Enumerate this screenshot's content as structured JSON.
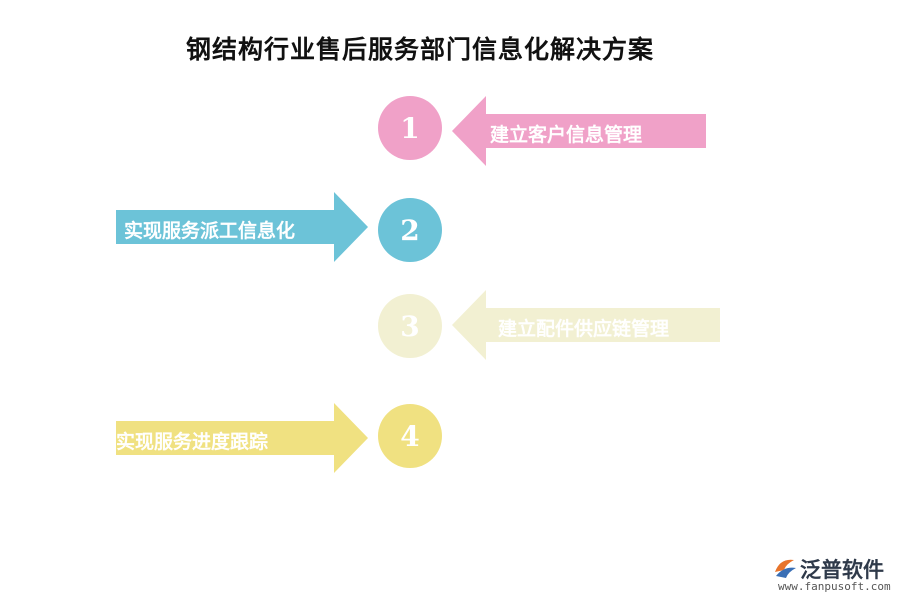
{
  "title": "钢结构行业售后服务部门信息化解决方案",
  "steps": [
    {
      "number": "1",
      "label": "建立客户信息管理",
      "color": "#f0a1c8"
    },
    {
      "number": "2",
      "label": "实现服务派工信息化",
      "color": "#6cc3d8"
    },
    {
      "number": "3",
      "label": "建立配件供应链管理",
      "color": "#f2f0d2"
    },
    {
      "number": "4",
      "label": "实现服务进度跟踪",
      "color": "#f0e181"
    }
  ],
  "logo": {
    "brand": "泛普软件",
    "url": "www.fanpusoft.com",
    "icon": "fanpu-logo-icon"
  }
}
